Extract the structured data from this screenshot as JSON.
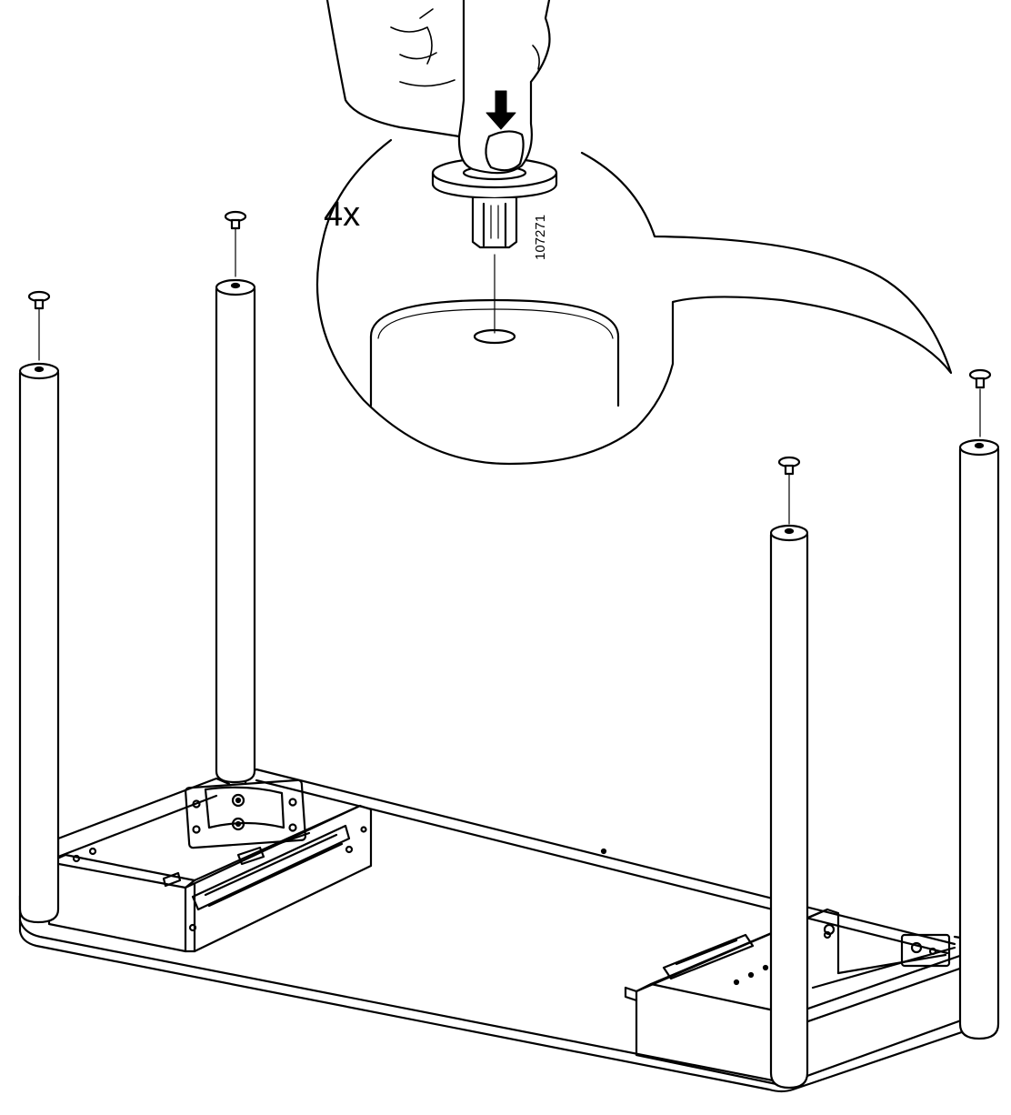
{
  "instruction": {
    "quantity": "4x",
    "part_number": "107271",
    "action": "press-down-arrow-icon"
  },
  "parts": {
    "glide": "floor-glide",
    "legs": [
      "leg-front-left",
      "leg-back-left",
      "leg-back-right",
      "leg-front-right"
    ]
  },
  "colors": {
    "line": "#000000",
    "background": "#ffffff"
  }
}
